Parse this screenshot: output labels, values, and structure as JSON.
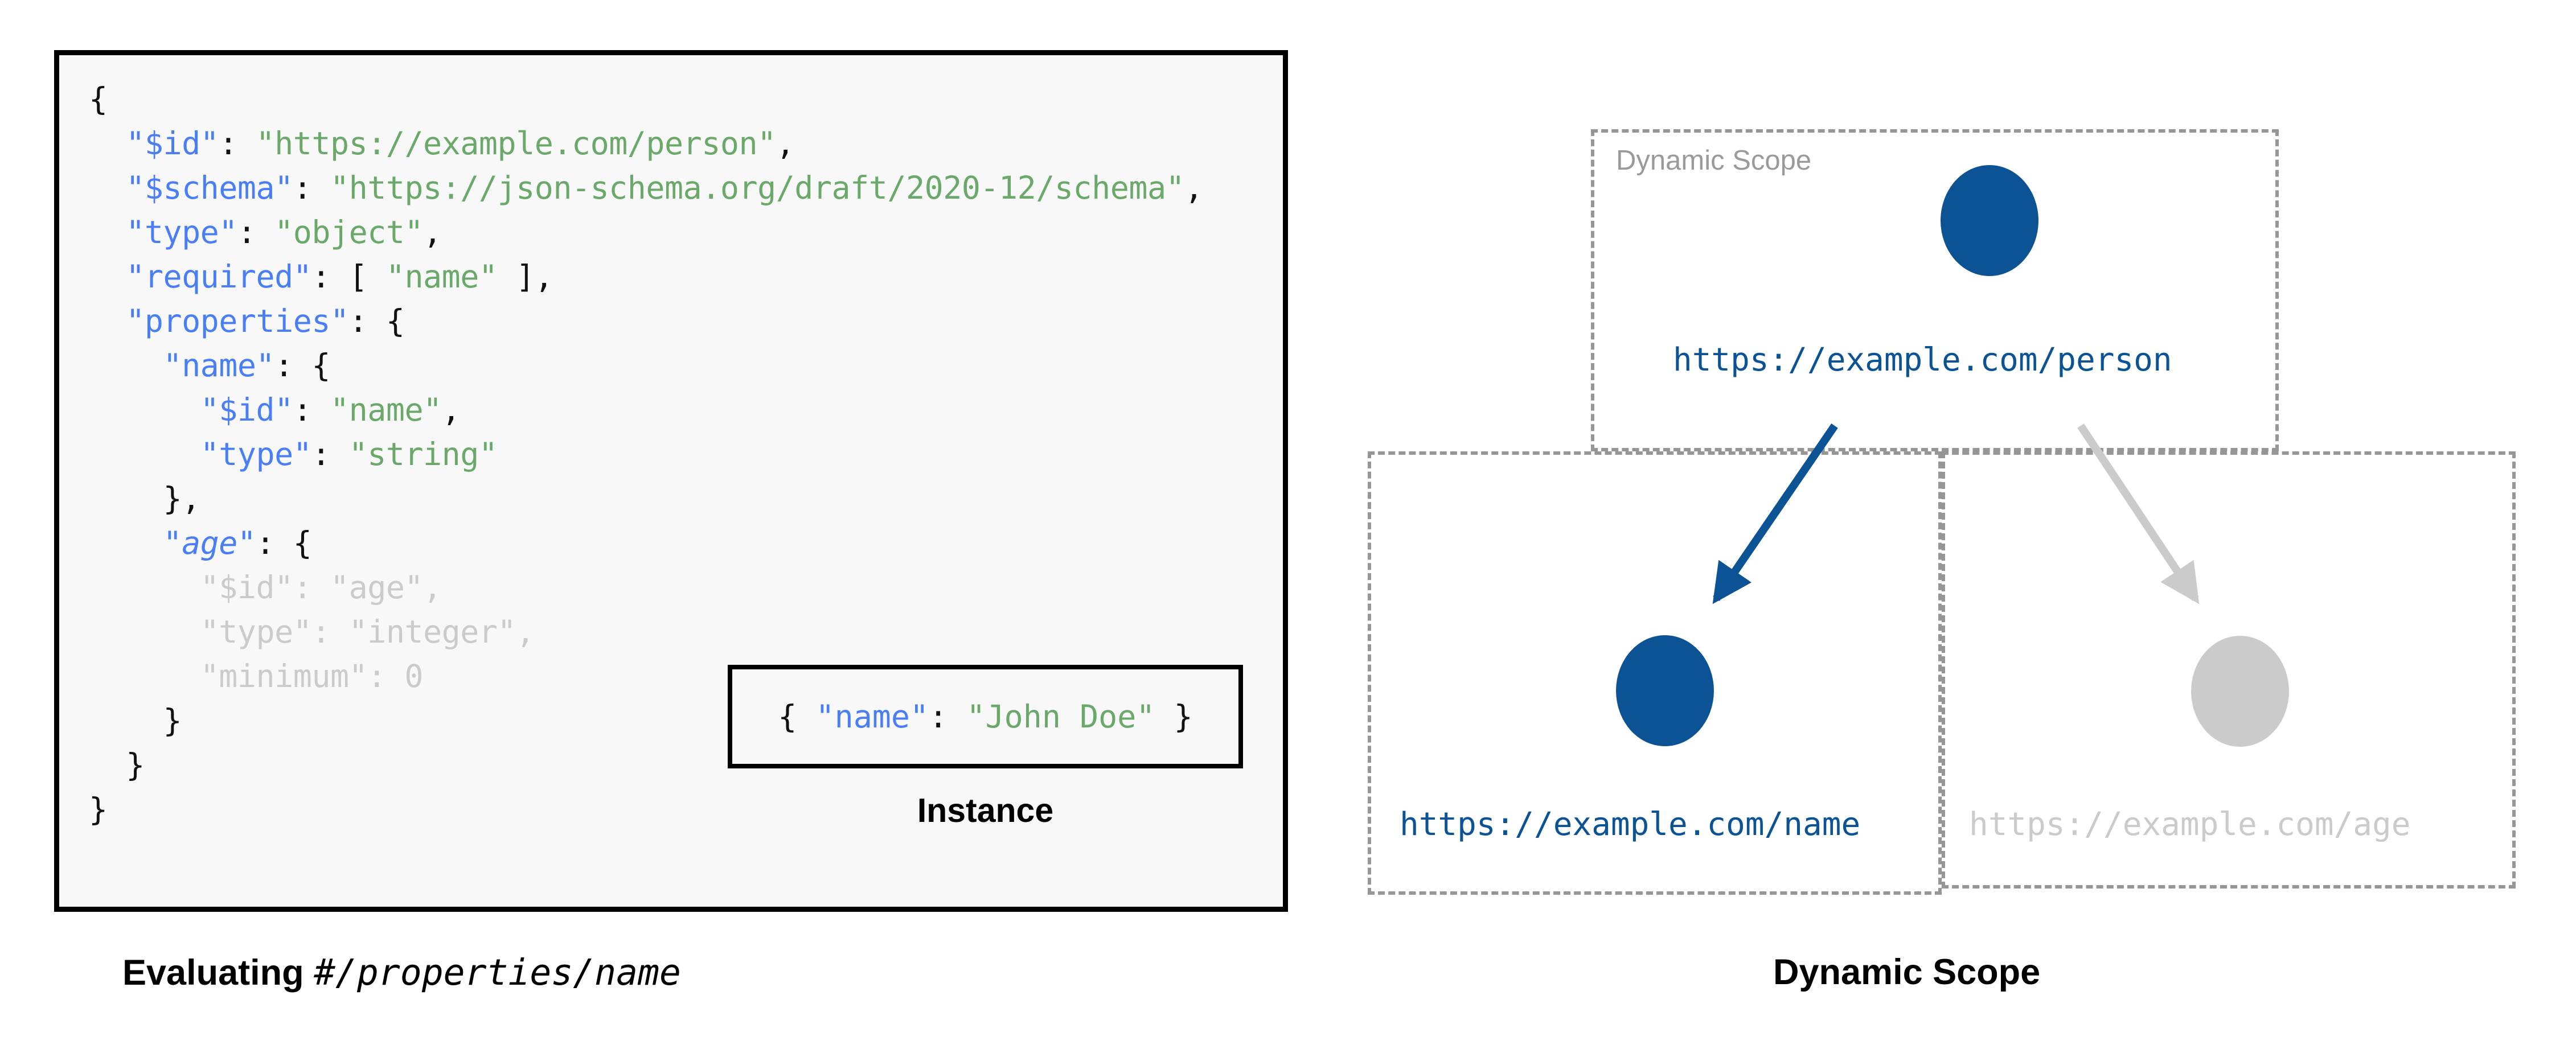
{
  "schema": {
    "background": "#f8f8f8",
    "colors": {
      "key": "#4a7ef5",
      "string": "#6aa96a",
      "punctuation": "#111111",
      "dimmed": "#cbcbcb",
      "border": "#000000"
    },
    "lines": [
      {
        "indent": 0,
        "tokens": [
          {
            "t": "{",
            "c": "p"
          }
        ]
      },
      {
        "indent": 1,
        "tokens": [
          {
            "t": "\"$id\"",
            "c": "k"
          },
          {
            "t": ": ",
            "c": "p"
          },
          {
            "t": "\"https://example.com/person\"",
            "c": "s"
          },
          {
            "t": ",",
            "c": "p"
          }
        ]
      },
      {
        "indent": 1,
        "tokens": [
          {
            "t": "\"$schema\"",
            "c": "k"
          },
          {
            "t": ": ",
            "c": "p"
          },
          {
            "t": "\"https://json-schema.org/draft/2020-12/schema\"",
            "c": "s"
          },
          {
            "t": ",",
            "c": "p"
          }
        ]
      },
      {
        "indent": 1,
        "tokens": [
          {
            "t": "\"type\"",
            "c": "k"
          },
          {
            "t": ": ",
            "c": "p"
          },
          {
            "t": "\"object\"",
            "c": "s"
          },
          {
            "t": ",",
            "c": "p"
          }
        ]
      },
      {
        "indent": 1,
        "tokens": [
          {
            "t": "\"required\"",
            "c": "k"
          },
          {
            "t": ": [ ",
            "c": "p"
          },
          {
            "t": "\"name\"",
            "c": "s"
          },
          {
            "t": " ],",
            "c": "p"
          }
        ]
      },
      {
        "indent": 1,
        "tokens": [
          {
            "t": "\"properties\"",
            "c": "k"
          },
          {
            "t": ": {",
            "c": "p"
          }
        ]
      },
      {
        "indent": 2,
        "tokens": [
          {
            "t": "\"name\"",
            "c": "k"
          },
          {
            "t": ": {",
            "c": "p"
          }
        ]
      },
      {
        "indent": 3,
        "tokens": [
          {
            "t": "\"$id\"",
            "c": "k"
          },
          {
            "t": ": ",
            "c": "p"
          },
          {
            "t": "\"name\"",
            "c": "s"
          },
          {
            "t": ",",
            "c": "p"
          }
        ]
      },
      {
        "indent": 3,
        "tokens": [
          {
            "t": "\"type\"",
            "c": "k"
          },
          {
            "t": ": ",
            "c": "p"
          },
          {
            "t": "\"string\"",
            "c": "s"
          }
        ]
      },
      {
        "indent": 2,
        "tokens": [
          {
            "t": "},",
            "c": "p"
          }
        ]
      },
      {
        "indent": 2,
        "tokens": [
          {
            "t": "\"age\"",
            "c": "kit"
          },
          {
            "t": ": {",
            "c": "p"
          }
        ]
      },
      {
        "indent": 3,
        "tokens": [
          {
            "t": "\"$id\": \"age\",",
            "c": "dim"
          }
        ]
      },
      {
        "indent": 3,
        "tokens": [
          {
            "t": "\"type\": \"integer\",",
            "c": "dim"
          }
        ]
      },
      {
        "indent": 3,
        "tokens": [
          {
            "t": "\"minimum\": 0",
            "c": "dim"
          }
        ]
      },
      {
        "indent": 2,
        "tokens": [
          {
            "t": "}",
            "c": "p"
          }
        ]
      },
      {
        "indent": 1,
        "tokens": [
          {
            "t": "}",
            "c": "p"
          }
        ]
      },
      {
        "indent": 0,
        "tokens": [
          {
            "t": "}",
            "c": "p"
          }
        ]
      }
    ]
  },
  "instance": {
    "label": "Instance",
    "tokens": [
      {
        "t": "{ ",
        "c": "p"
      },
      {
        "t": "\"name\"",
        "c": "k"
      },
      {
        "t": ": ",
        "c": "p"
      },
      {
        "t": "\"John Doe\"",
        "c": "s"
      },
      {
        "t": " }",
        "c": "p"
      }
    ]
  },
  "captions": {
    "left_prefix": "Evaluating ",
    "left_pointer": "#/properties/name",
    "right": "Dynamic Scope"
  },
  "diagram": {
    "scope_label": "Dynamic Scope",
    "colors": {
      "active": "#0b5394",
      "inactive": "#cbcbcb",
      "dashed_border": "#969696"
    },
    "nodes": [
      {
        "id": "person",
        "label": "https://example.com/person",
        "state": "active",
        "color": "#0b5394"
      },
      {
        "id": "name",
        "label": "https://example.com/name",
        "state": "active",
        "color": "#0b5394"
      },
      {
        "id": "age",
        "label": "https://example.com/age",
        "state": "inactive",
        "color": "#cbcbcb"
      }
    ],
    "edges": [
      {
        "from": "person",
        "to": "name",
        "state": "active",
        "color": "#0b5394"
      },
      {
        "from": "person",
        "to": "age",
        "state": "inactive",
        "color": "#cbcbcb"
      }
    ]
  }
}
